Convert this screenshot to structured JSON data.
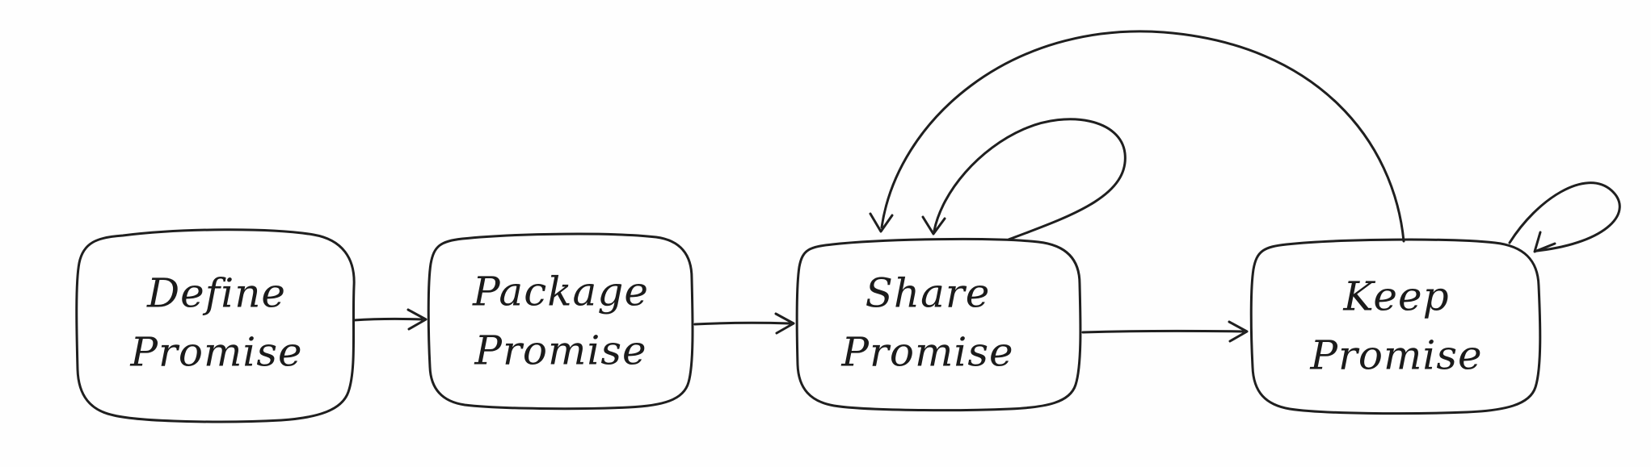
{
  "diagram": {
    "title": "",
    "style": "hand-drawn-sketch",
    "nodes": [
      {
        "id": "define-promise",
        "label": "Define\nPromise"
      },
      {
        "id": "package-promise",
        "label": "Package\nPromise"
      },
      {
        "id": "share-promise",
        "label": "Share\nPromise"
      },
      {
        "id": "keep-promise",
        "label": "Keep\nPromise"
      }
    ],
    "edges": [
      {
        "from": "Define Promise",
        "to": "Package Promise",
        "type": "straight-arrow"
      },
      {
        "from": "Package Promise",
        "to": "Share Promise",
        "type": "straight-arrow"
      },
      {
        "from": "Share Promise",
        "to": "Keep Promise",
        "type": "straight-arrow"
      },
      {
        "from": "Share Promise",
        "to": "Share Promise",
        "type": "self-loop"
      },
      {
        "from": "Keep Promise",
        "to": "Share Promise",
        "type": "feedback-arc-over-top"
      },
      {
        "from": "Keep Promise",
        "to": "Keep Promise",
        "type": "self-loop"
      }
    ]
  },
  "colors": {
    "ink": "#1f1f1f",
    "paper": "#fefefe"
  }
}
